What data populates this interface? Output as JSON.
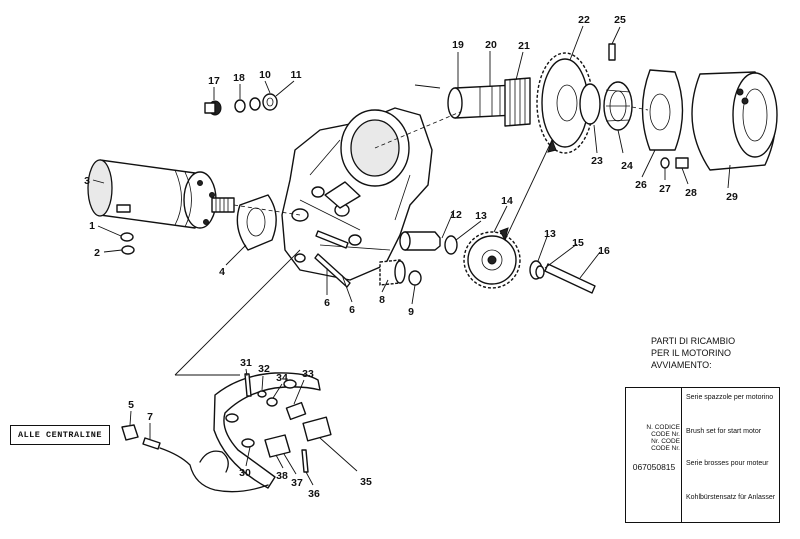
{
  "diagram": {
    "callout_numbers": [
      "1",
      "2",
      "3",
      "4",
      "5",
      "6",
      "6",
      "7",
      "8",
      "9",
      "10",
      "11",
      "12",
      "13",
      "13",
      "14",
      "15",
      "16",
      "17",
      "18",
      "19",
      "20",
      "21",
      "22",
      "23",
      "24",
      "25",
      "26",
      "27",
      "28",
      "29",
      "30",
      "31",
      "32",
      "33",
      "34",
      "35",
      "36",
      "37",
      "38"
    ],
    "connector_label": "ALLE CENTRALINE"
  },
  "spare_parts": {
    "title_lines": [
      "PARTI DI RICAMBIO",
      "PER IL MOTORINO",
      "AVVIAMENTO:"
    ],
    "code_headers": [
      "N. CODICE",
      "CODE Nr.",
      "Nr. CODE",
      "CODE Nr."
    ],
    "code": "067050815",
    "descriptions": {
      "it": "Serie spazzole per motorino",
      "en": "Brush set for start motor",
      "fr": "Serie brosses pour moteur",
      "de": "Kohlbürstensatz für Anlasser"
    }
  }
}
